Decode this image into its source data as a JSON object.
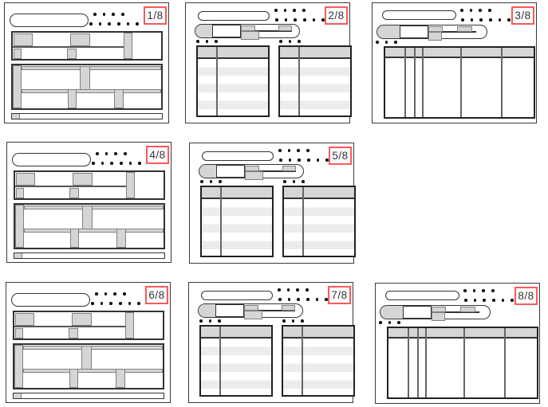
{
  "panels": [
    {
      "label": "1/8",
      "layout": "blocks"
    },
    {
      "label": "2/8",
      "layout": "two-tables"
    },
    {
      "label": "3/8",
      "layout": "wide-table"
    },
    {
      "label": "4/8",
      "layout": "blocks"
    },
    {
      "label": "5/8",
      "layout": "two-tables"
    },
    {
      "label": "6/8",
      "layout": "blocks"
    },
    {
      "label": "7/8",
      "layout": "two-tables"
    },
    {
      "label": "8/8",
      "layout": "wide-table"
    }
  ],
  "colors": {
    "badge_red": "#fa5a5a",
    "block_fill": "#d5d5d5",
    "block_border": "#808080",
    "header_fill": "#d6d6d6",
    "stripe": "#ececec",
    "dot": "#111111"
  }
}
